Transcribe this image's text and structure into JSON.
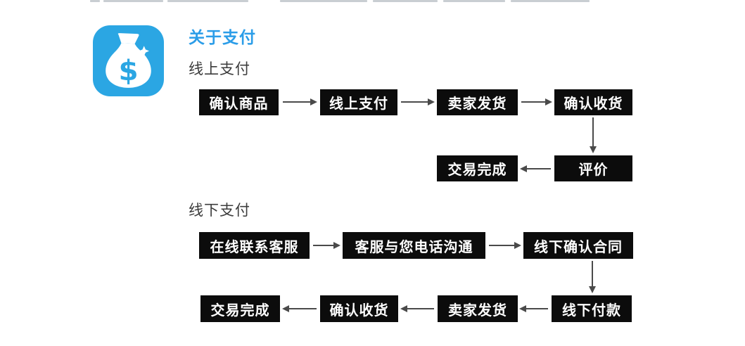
{
  "header": {
    "title": "关于支付",
    "icon": {
      "name": "money-bag-icon",
      "glyph": "$"
    }
  },
  "colors": {
    "accent_blue": "#2ba6e3",
    "title_blue": "#2b9de8",
    "box_bg": "#0c0c0c",
    "box_text": "#ffffff",
    "arrow": "#4a4a4a",
    "heading_text": "#3c3c3c"
  },
  "flows": {
    "online": {
      "heading": "线上支付",
      "steps": {
        "confirm_product": "确认商品",
        "online_pay": "线上支付",
        "seller_ship": "卖家发货",
        "confirm_receipt": "确认收货",
        "review": "评价",
        "done": "交易完成"
      }
    },
    "offline": {
      "heading": "线下支付",
      "steps": {
        "contact_cs": "在线联系客服",
        "cs_phone": "客服与您电话沟通",
        "confirm_contract": "线下确认合同",
        "offline_pay": "线下付款",
        "seller_ship": "卖家发货",
        "confirm_receipt": "确认收货",
        "done": "交易完成"
      }
    }
  }
}
